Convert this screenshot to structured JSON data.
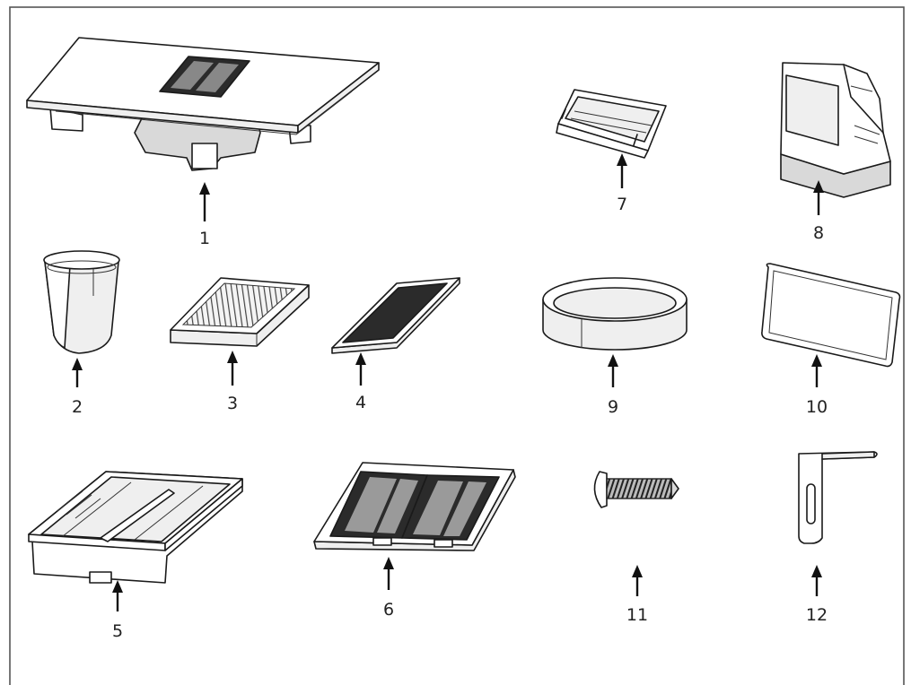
{
  "parts": [
    {
      "id": "1",
      "label": "1"
    },
    {
      "id": "2",
      "label": "2"
    },
    {
      "id": "3",
      "label": "3"
    },
    {
      "id": "4",
      "label": "4"
    },
    {
      "id": "5",
      "label": "5"
    },
    {
      "id": "6",
      "label": "6"
    },
    {
      "id": "7",
      "label": "7"
    },
    {
      "id": "8",
      "label": "8"
    },
    {
      "id": "9",
      "label": "9"
    },
    {
      "id": "10",
      "label": "10"
    },
    {
      "id": "11",
      "label": "11"
    },
    {
      "id": "12",
      "label": "12"
    }
  ],
  "colors": {
    "outline": "#1a1a1a",
    "frame": "#555555",
    "fill_gray": "#d9d9d9",
    "fill_dark": "#2b2b2b"
  }
}
